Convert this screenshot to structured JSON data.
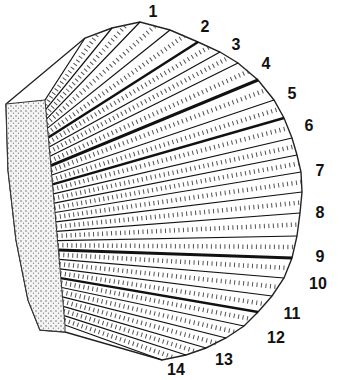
{
  "diagram": {
    "labels": [
      "1",
      "2",
      "3",
      "4",
      "5",
      "6",
      "7",
      "8",
      "9",
      "10",
      "11",
      "12",
      "13",
      "14"
    ]
  }
}
